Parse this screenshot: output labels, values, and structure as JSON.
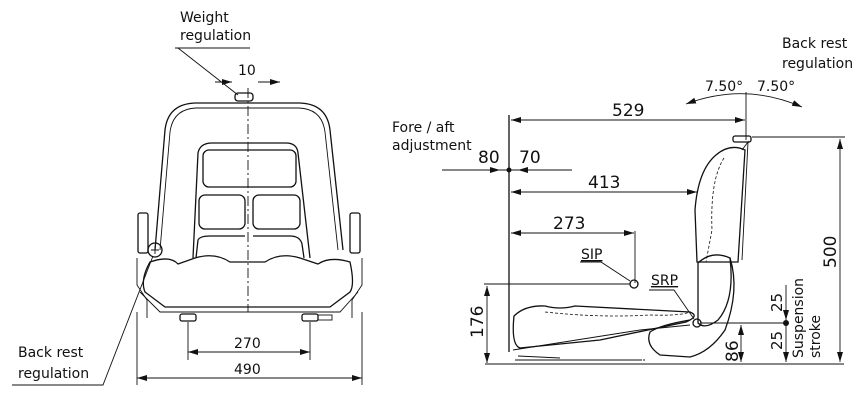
{
  "front_view": {
    "weight_regulation_line1": "Weight",
    "weight_regulation_line2": "regulation",
    "dim_knob_width": "10",
    "dim_mount_width": "270",
    "dim_total_width": "490",
    "back_rest_regulation_line1": "Back rest",
    "back_rest_regulation_line2": "regulation"
  },
  "side_view": {
    "back_rest_regulation_line1": "Back rest",
    "back_rest_regulation_line2": "regulation",
    "angle_forward": "7.50°",
    "angle_backward": "7.50°",
    "dim_total_depth": "529",
    "fore_aft_line1": "Fore / aft",
    "fore_aft_line2": "adjustment",
    "fore_aft_forward": "80",
    "fore_aft_backward": "70",
    "dim_backrest_depth": "413",
    "dim_sip_depth": "273",
    "sip_label": "SIP",
    "srp_label": "SRP",
    "dim_total_height": "500",
    "dim_sip_height": "176",
    "dim_srp_height": "86",
    "suspension_up": "25",
    "suspension_down": "25",
    "suspension_line1": "Suspension",
    "suspension_line2": "stroke"
  }
}
